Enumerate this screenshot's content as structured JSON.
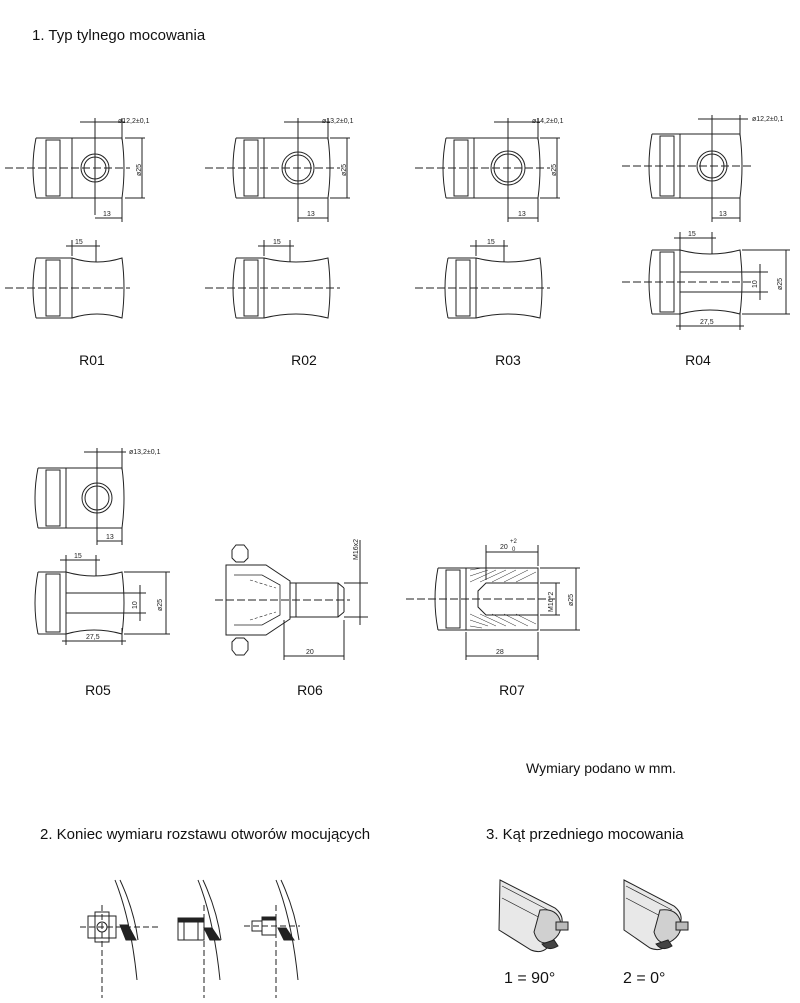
{
  "headings": {
    "section1": "1. Typ tylnego mocowania",
    "section2": "2. Koniec wymiaru rozstawu otworów mocujących",
    "section3": "3. Kąt przedniego mocowania"
  },
  "mounts": [
    {
      "label": "R01",
      "hole": "ø12,2±0,1",
      "d": "ø25",
      "a": "13",
      "b": "15"
    },
    {
      "label": "R02",
      "hole": "ø13,2±0,1",
      "d": "ø25",
      "a": "13",
      "b": "15"
    },
    {
      "label": "R03",
      "hole": "ø14,2±0,1",
      "d": "ø25",
      "a": "13",
      "b": "15"
    },
    {
      "label": "R04",
      "hole": "ø12,2±0,1",
      "d": "ø25",
      "a": "13",
      "b": "15",
      "slot": "10",
      "len": "27,5"
    },
    {
      "label": "R05",
      "hole": "ø13,2±0,1",
      "d": "ø25",
      "a": "13",
      "b": "15",
      "slot": "10",
      "len": "27,5"
    },
    {
      "label": "R06",
      "thread": "M16x2",
      "len": "20"
    },
    {
      "label": "R07",
      "depth": "20",
      "depth_tol_upper": "+2",
      "depth_tol_lower": "0",
      "thread": "M16*2",
      "d": "ø25",
      "len": "28"
    }
  ],
  "note": "Wymiary podano w mm.",
  "angles": [
    "1 = 90°",
    "2 = 0°"
  ]
}
